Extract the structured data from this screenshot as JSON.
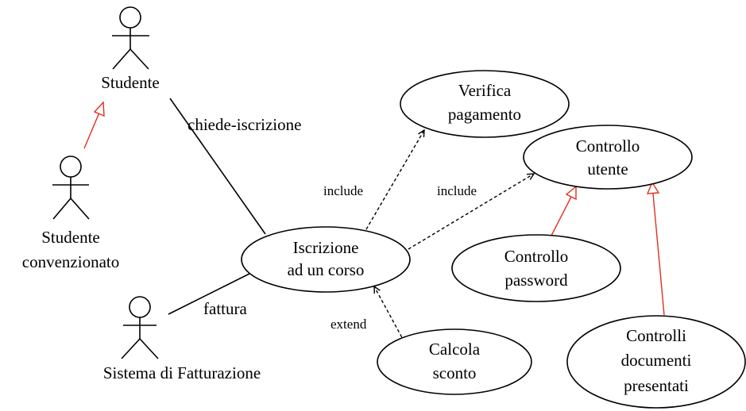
{
  "actors": {
    "studente": "Studente",
    "studente_conv_line1": "Studente",
    "studente_conv_line2": "convenzionato",
    "sistema": "Sistema di Fatturazione"
  },
  "usecases": {
    "iscrizione_l1": "Iscrizione",
    "iscrizione_l2": "ad un corso",
    "verifica_l1": "Verifica",
    "verifica_l2": "pagamento",
    "controllo_utente_l1": "Controllo",
    "controllo_utente_l2": "utente",
    "controllo_password_l1": "Controllo",
    "controllo_password_l2": "password",
    "calcola_l1": "Calcola",
    "calcola_l2": "sconto",
    "controlli_doc_l1": "Controlli",
    "controlli_doc_l2": "documenti",
    "controlli_doc_l3": "presentati"
  },
  "associations": {
    "chiede_iscrizione": "chiede-iscrizione",
    "fattura": "fattura"
  },
  "stereotypes": {
    "include_verifica": "include",
    "include_controllo": "include",
    "extend_calcola": "extend"
  },
  "colors": {
    "generalization": "#e0301e",
    "line": "#000000"
  }
}
